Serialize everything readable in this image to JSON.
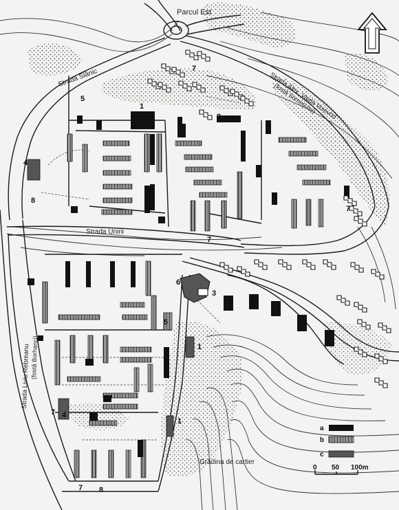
{
  "labels": {
    "parcul_est": "Parcul Est",
    "strada_slanic": "Strada Slănic",
    "strada_alex_vaida": "Strada Alex. Vaida Voievod",
    "fosta_somesului": "(fostă Someșului)",
    "strada_unirii": "Strada Unirii",
    "strada_liviu": "Strada Liviu Rebreanu",
    "fosta_borhanci": "(fostă Borhanci)",
    "gradina": "Grădina de cartier"
  },
  "zone_numbers": [
    {
      "id": "z1a",
      "text": "1"
    },
    {
      "id": "z2",
      "text": "2"
    },
    {
      "id": "z3",
      "text": "3"
    },
    {
      "id": "z4a",
      "text": "4"
    },
    {
      "id": "z4b",
      "text": "4"
    },
    {
      "id": "z5a",
      "text": "5"
    },
    {
      "id": "z5b",
      "text": "5"
    },
    {
      "id": "z6",
      "text": "6"
    },
    {
      "id": "z7a",
      "text": "7"
    },
    {
      "id": "z7b",
      "text": "7"
    },
    {
      "id": "z7c",
      "text": "7"
    },
    {
      "id": "z7d",
      "text": "7"
    },
    {
      "id": "z7e",
      "text": "7"
    },
    {
      "id": "z8a",
      "text": "8"
    },
    {
      "id": "z8b",
      "text": "8"
    },
    {
      "id": "z1b",
      "text": "1"
    },
    {
      "id": "z1c",
      "text": "1"
    }
  ],
  "legend": {
    "items": [
      {
        "letter": "a"
      },
      {
        "letter": "b"
      },
      {
        "letter": "c"
      }
    ],
    "scale_labels": [
      "0",
      "50",
      "100m"
    ]
  },
  "colors": {
    "background": "#f3f3f1",
    "ink": "#1a1a1a",
    "building_dark": "#111111",
    "building_grey": "#555555"
  },
  "icons": {
    "north_arrow": "north-arrow-icon"
  }
}
